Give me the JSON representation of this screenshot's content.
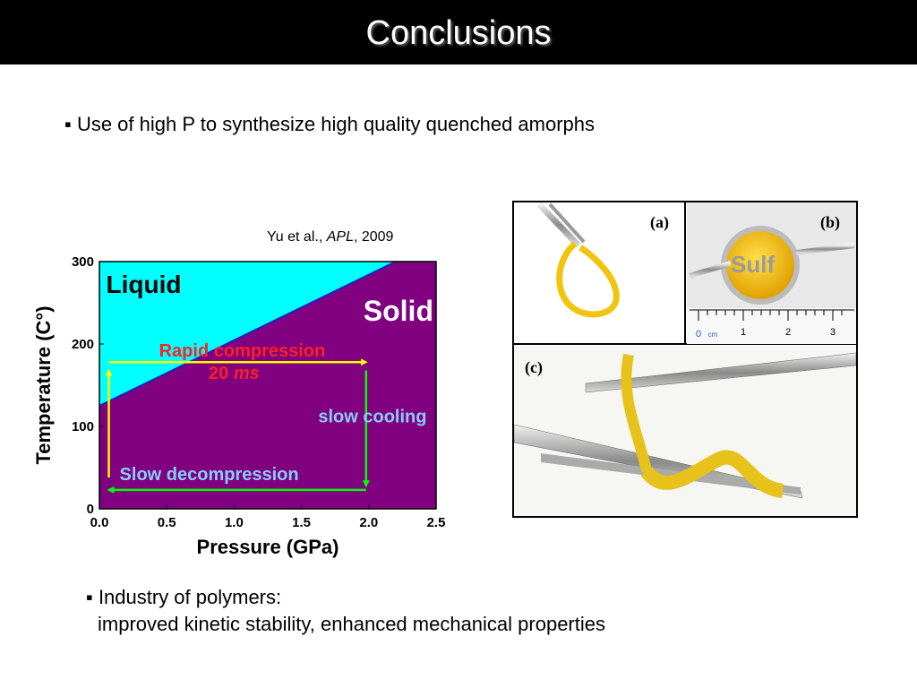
{
  "title": "Conclusions",
  "bullet_marker": "▪",
  "bullet1": "Use of high P to synthesize high quality quenched amorphs",
  "citation": {
    "authors": "Yu et al., ",
    "journal": "APL",
    "year": ", 2009"
  },
  "bullet2": {
    "line1": "Industry of polymers:",
    "line2": "improved kinetic stability, enhanced mechanical properties"
  },
  "photo_panels": {
    "a": "(a)",
    "b": "(b)",
    "c": "(c)",
    "overlay_text": "Sulf",
    "ruler_labels": [
      "0",
      "cm",
      "1",
      "2",
      "3"
    ]
  },
  "chart_data": {
    "type": "area",
    "xlabel": "Pressure (GPa)",
    "ylabel": "Temperature (C°)",
    "xlim": [
      0.0,
      2.5
    ],
    "ylim": [
      0,
      300
    ],
    "xticks": [
      "0.0",
      "0.5",
      "1.0",
      "1.5",
      "2.0",
      "2.5"
    ],
    "yticks": [
      "0",
      "100",
      "200",
      "300"
    ],
    "regions": [
      {
        "name": "Liquid",
        "color": "#00ffff"
      },
      {
        "name": "Solid",
        "color": "#800080"
      }
    ],
    "boundary": {
      "x": [
        0.0,
        2.2
      ],
      "y": [
        125,
        300
      ]
    },
    "process_paths": [
      {
        "label": "Slow decompression",
        "from": [
          1.98,
          23
        ],
        "to": [
          0.07,
          23
        ],
        "color": "#00ff00",
        "label_color": "#87cefa"
      },
      {
        "label": "slow cooling",
        "from": [
          1.98,
          168
        ],
        "to": [
          1.98,
          28
        ],
        "color": "#00ff00",
        "label_color": "#87cefa"
      },
      {
        "label": "Rapid compression",
        "sublabel_num": "20",
        "sublabel_unit": "ms",
        "from": [
          0.07,
          178
        ],
        "to": [
          1.98,
          178
        ],
        "color": "#ffff00",
        "label_color": "#ff2020"
      },
      {
        "label": "",
        "from": [
          0.07,
          38
        ],
        "to": [
          0.07,
          168
        ],
        "color": "#ffff00"
      }
    ]
  }
}
